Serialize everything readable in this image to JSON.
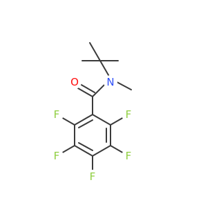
{
  "molecule": {
    "atoms": {
      "oxygen": {
        "symbol": "O",
        "color": "#ff0d0d"
      },
      "nitrogen": {
        "symbol": "N",
        "color": "#3050f8"
      },
      "fluorine_1": {
        "symbol": "F",
        "color": "#8fce3f"
      },
      "fluorine_2": {
        "symbol": "F",
        "color": "#8fce3f"
      },
      "fluorine_3": {
        "symbol": "F",
        "color": "#8fce3f"
      },
      "fluorine_4": {
        "symbol": "F",
        "color": "#8fce3f"
      },
      "fluorine_5": {
        "symbol": "F",
        "color": "#8fce3f"
      }
    },
    "bond_color": "#3a3a3a",
    "background": "#ffffff"
  }
}
